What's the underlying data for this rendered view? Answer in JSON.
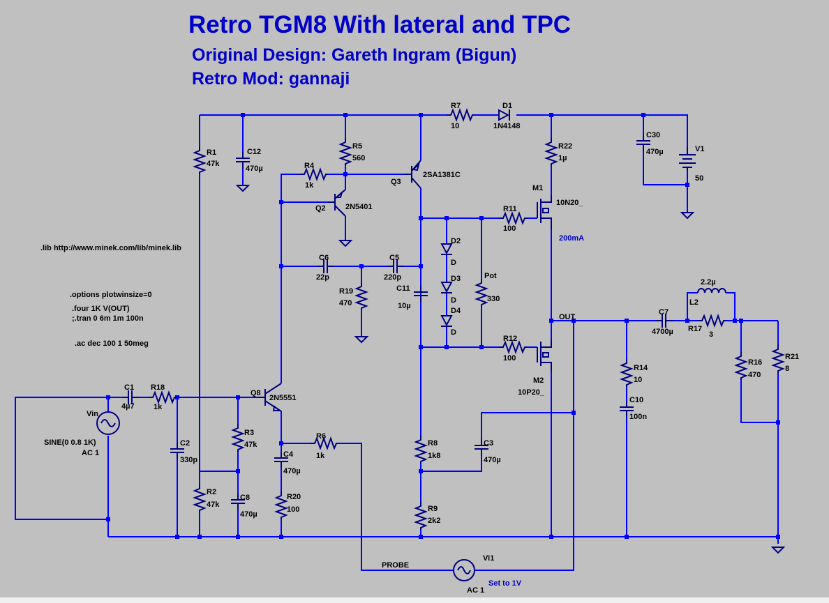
{
  "header": {
    "title": "Retro TGM8 With lateral and TPC",
    "line1": "Original Design: Gareth Ingram (Bigun)",
    "line2": "Retro Mod: gannaji"
  },
  "directives": {
    "lib": ".lib http://www.minek.com/lib/minek.lib",
    "options": ".options plotwinsize=0",
    "four": ".four 1K V(OUT)",
    "tran": ";.tran 0 6m 1m 100n",
    "ac": ".ac dec 100 1 50meg"
  },
  "components": {
    "R1": {
      "name": "R1",
      "value": "47k"
    },
    "C12": {
      "name": "C12",
      "value": "470µ"
    },
    "R5": {
      "name": "R5",
      "value": "560"
    },
    "R4": {
      "name": "R4",
      "value": "1k"
    },
    "Q2": {
      "name": "Q2",
      "value": "2N5401"
    },
    "Q3": {
      "name": "Q3",
      "value": "2SA1381C"
    },
    "R7": {
      "name": "R7",
      "value": "10"
    },
    "D1": {
      "name": "D1",
      "value": "1N4148"
    },
    "R22": {
      "name": "R22",
      "value": "1µ"
    },
    "C30": {
      "name": "C30",
      "value": "470µ"
    },
    "V1": {
      "name": "V1",
      "value": "50"
    },
    "M1": {
      "name": "M1",
      "value": "10N20_"
    },
    "R11": {
      "name": "R11",
      "value": "100"
    },
    "current": "200mA",
    "D2": {
      "name": "D2",
      "value": "D"
    },
    "D3": {
      "name": "D3",
      "value": "D"
    },
    "D4": {
      "name": "D4",
      "value": "D"
    },
    "Pot": {
      "name": "Pot",
      "value": "330"
    },
    "C6": {
      "name": "C6",
      "value": "22p"
    },
    "C5": {
      "name": "C5",
      "value": "220p"
    },
    "R19": {
      "name": "R19",
      "value": "470"
    },
    "C11": {
      "name": "C11",
      "value": "10µ"
    },
    "OUT": "OUT",
    "C7": {
      "name": "C7",
      "value": "4700µ"
    },
    "L2": {
      "name": "L2",
      "value": "2.2µ"
    },
    "R17": {
      "name": "R17",
      "value": "3"
    },
    "R12": {
      "name": "R12",
      "value": "100"
    },
    "M2": {
      "name": "M2",
      "value": "10P20_"
    },
    "R14": {
      "name": "R14",
      "value": "10"
    },
    "C10": {
      "name": "C10",
      "value": "100n"
    },
    "R16": {
      "name": "R16",
      "value": "470"
    },
    "R21": {
      "name": "R21",
      "value": "8"
    },
    "C1": {
      "name": "C1",
      "value": "4µ7"
    },
    "R18": {
      "name": "R18",
      "value": "1k"
    },
    "Q8": {
      "name": "Q8",
      "value": "2N5551"
    },
    "Vin": {
      "name": "Vin",
      "value": "SINE(0 0.8 1K)",
      "ac": "AC 1"
    },
    "C2": {
      "name": "C2",
      "value": "330p"
    },
    "R3": {
      "name": "R3",
      "value": "47k"
    },
    "C4": {
      "name": "C4",
      "value": "470µ"
    },
    "R6": {
      "name": "R6",
      "value": "1k"
    },
    "R8": {
      "name": "R8",
      "value": "1k8"
    },
    "C3": {
      "name": "C3",
      "value": "470µ"
    },
    "R2": {
      "name": "R2",
      "value": "47k"
    },
    "C8": {
      "name": "C8",
      "value": "470µ"
    },
    "R20": {
      "name": "R20",
      "value": "100"
    },
    "R9": {
      "name": "R9",
      "value": "2k2"
    },
    "Vi1": {
      "name": "Vi1",
      "note": "Set to 1V",
      "ac": "AC 1"
    },
    "probe": "PROBE"
  },
  "colors": {
    "background": "#c0c0c0",
    "wire": "#0000ff",
    "text": "#000000",
    "heading": "#0000c8"
  }
}
